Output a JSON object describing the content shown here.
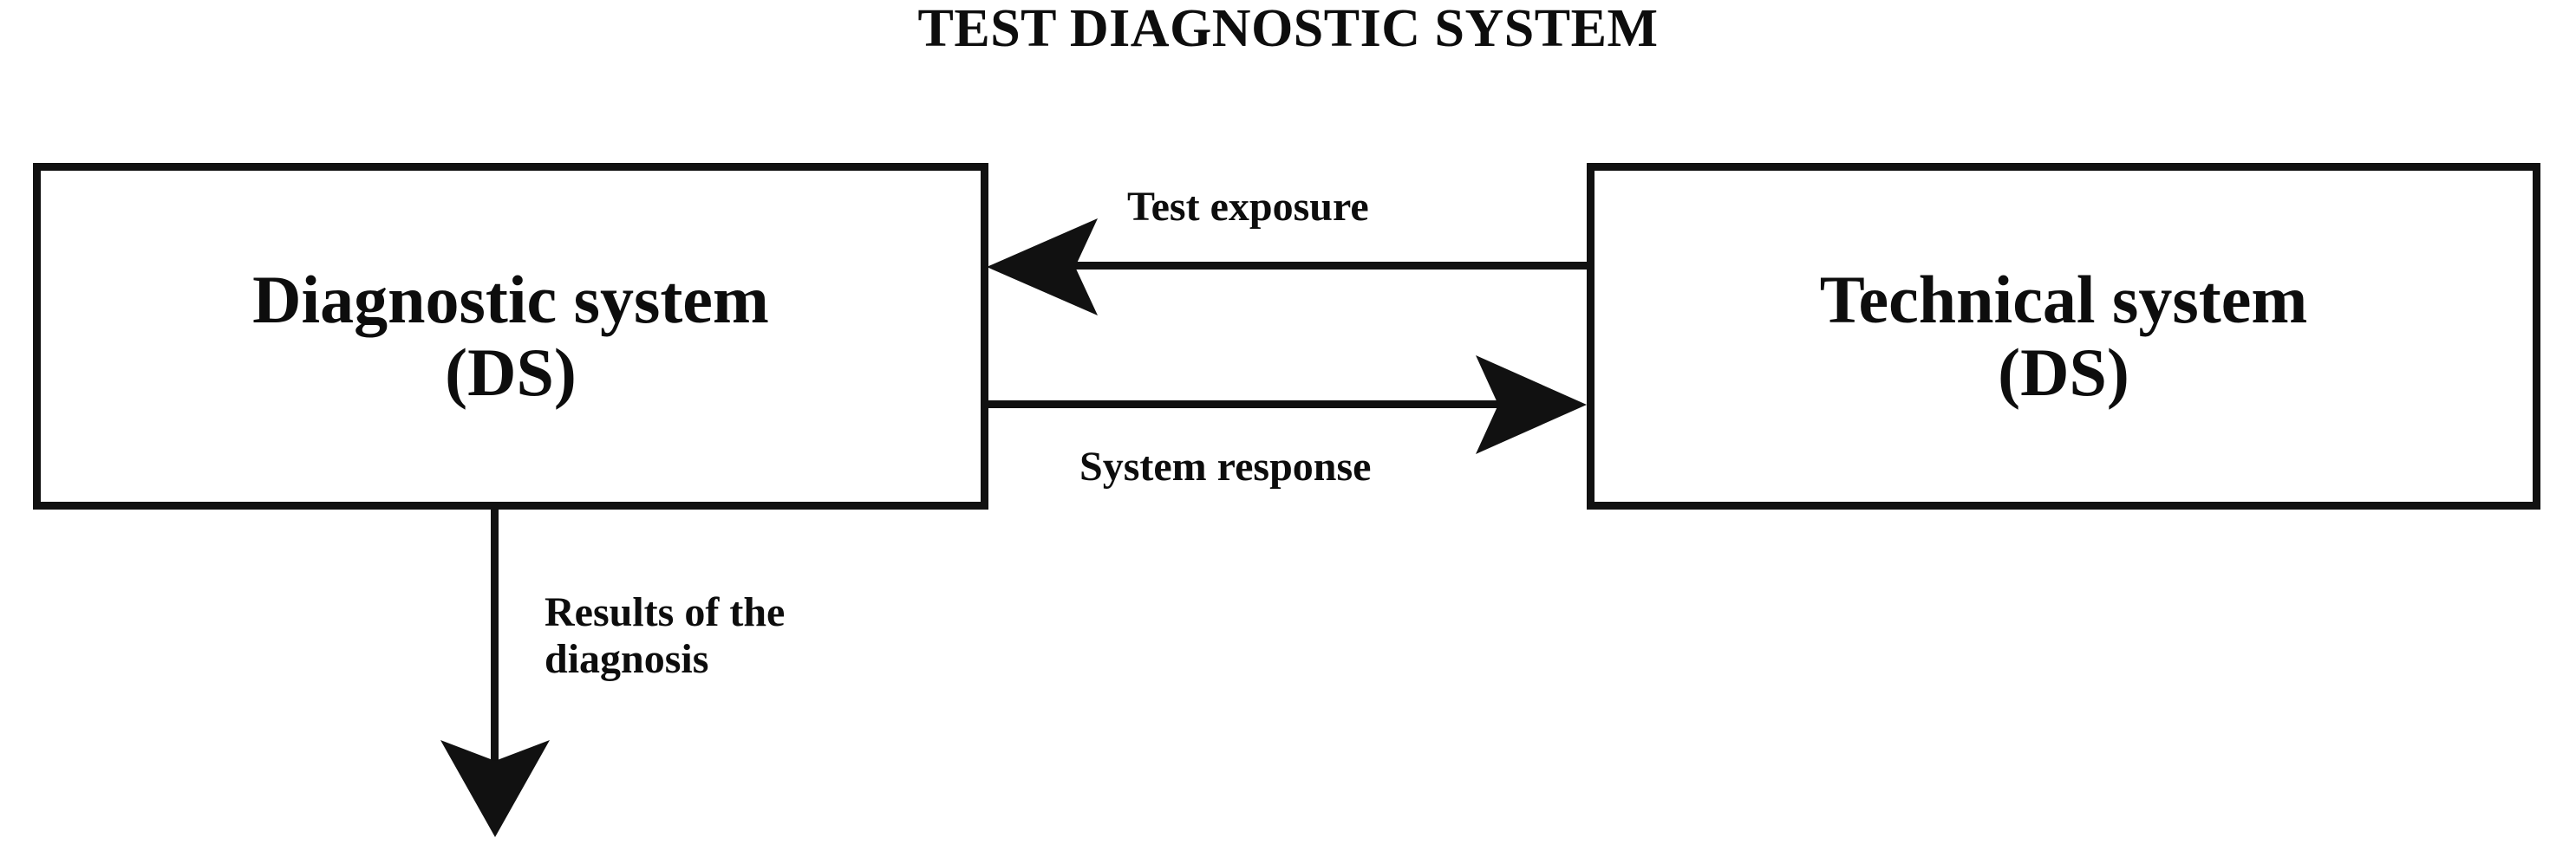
{
  "diagram": {
    "title": "TEST DIAGNOSTIC SYSTEM",
    "type": "block-flow-diagram",
    "background_color": "#ffffff",
    "stroke_color": "#111111",
    "text_color": "#0d0d0d",
    "nodes": [
      {
        "id": "diagnostic-system",
        "line1": "Diagnostic system",
        "line2": "(DS)"
      },
      {
        "id": "technical-system",
        "line1": "Technical system",
        "line2": "(DS)"
      }
    ],
    "edges": [
      {
        "id": "test-exposure",
        "label": "Test exposure",
        "from": "technical-system",
        "to": "diagnostic-system",
        "direction": "left"
      },
      {
        "id": "system-response",
        "label": "System response",
        "from": "diagnostic-system",
        "to": "technical-system",
        "direction": "right"
      },
      {
        "id": "results-of-diagnosis",
        "label_line1": "Results of the",
        "label_line2": "diagnosis",
        "from": "diagnostic-system",
        "to": "",
        "direction": "down"
      }
    ]
  }
}
